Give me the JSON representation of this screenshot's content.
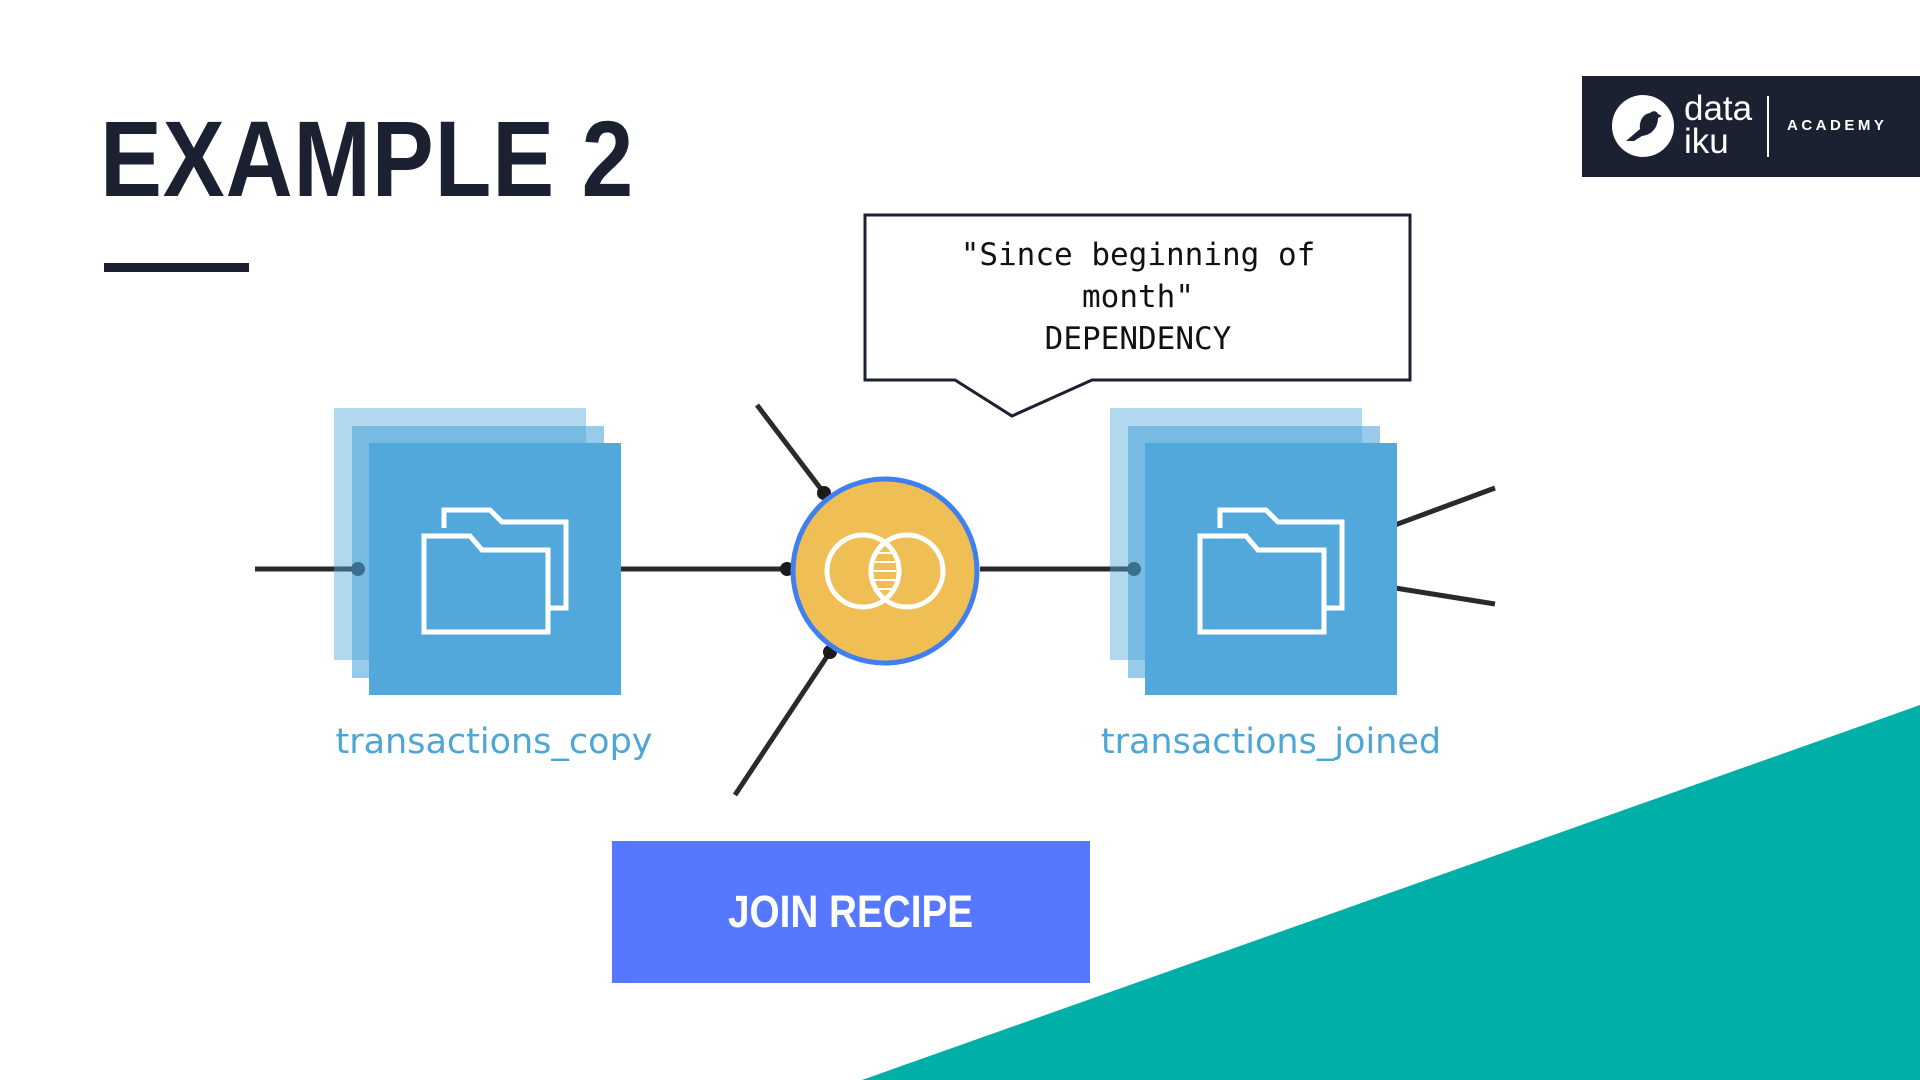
{
  "slide": {
    "title": "EXAMPLE 2"
  },
  "logo": {
    "word_line1": "data",
    "word_line2": "iku",
    "academy": "ACADEMY"
  },
  "callout": {
    "lines": [
      "\"Since beginning of",
      "month\"",
      "DEPENDENCY"
    ]
  },
  "flow": {
    "input_dataset": {
      "label": "transactions_copy",
      "icon": "folder-icon"
    },
    "recipe": {
      "icon": "join-icon",
      "color": "#efbe55",
      "border_color": "#3f7ff0"
    },
    "output_dataset": {
      "label": "transactions_joined",
      "icon": "folder-icon"
    },
    "dataset_color": "#52a8da"
  },
  "button": {
    "label": "JOIN RECIPE",
    "color": "#5677ff"
  },
  "colors": {
    "dark": "#1b2130",
    "teal": "#00b0a8",
    "label_blue": "#4ea6d8"
  }
}
